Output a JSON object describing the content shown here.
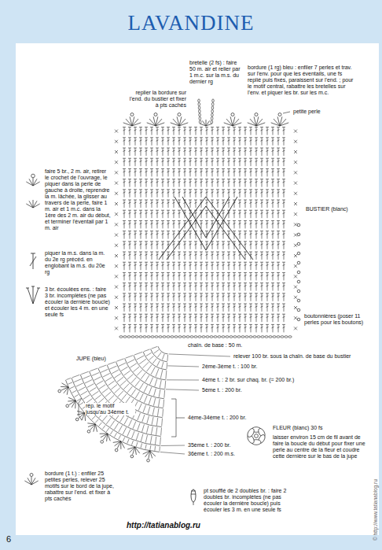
{
  "diagram": {
    "title": "LAVANDINE",
    "labels": [
      "bretelle (2 fs) : faire 50 m. air et relier par 1 m.c. sur la m.s. du dernier rg",
      "bordure (1 rg) bleu : enfiler 7 perles et trav. sur l'env. pour que les éventails, une fs replié puis fixés, paraissent sur l'end. ; pour le motif central, rabattre les bretelles sur l'env. et piquer les br. sur les m.c.",
      "replier la bordure sur l'end. du bustier et fixer à pts cachés",
      "petite perle",
      "faire 5 br., 2 m. air, retirer le crochet de l'ouvrage, le piquer dans la perle de gauche à droite, reprendre la m. lâchée, la glisser au travers de la perle, faire 1 m. air et 1 m.c. dans la 1ère des 2 m. air du début, et terminer l'éventail par 1 m. air",
      "BUSTIER (blanc)",
      "piquer la m.s. dans la m. du 2e rg précéd. en englobant la m.s. du 20e rg",
      "3 br. écoulées ens. : faire 3 br. incomplètes (ne pas écouler la dernière boucle) et écouler les 4 m. en une seule fs",
      "boutonnières (poser 11 perles pour les boutons)",
      "chaîn. de base : 50 m.",
      "JUPE (bleu)",
      "relever 100 br. sous la chaîn. de base du bustier",
      "2ème-3ème t. : 100 br.",
      "4ème t. : 2 br. sur chaq. br. (= 200 br.)",
      "5ème t. : 200 br.",
      "rép. le motif jusqu'au 34ème t.",
      "4ème-34ème t. : 200 br.",
      "FLEUR (blanc) 30 fs",
      "laisser environ 15 cm de fil avant de faire la boucle du début pour fixer une perle au centre de la fleur et coudre cette dernière sur le bas de la jupe",
      "35ème t. : 200 br.",
      "36ème t. : 200 m.s.",
      "bordure (1 t.) : enfiler 25 petites perles, relever 25 motifs sur le bord de la jupe, rabattre sur l'end. et fixer à pts cachés",
      "pt soufflé de 2 doubles br. : faire 2 doubles br. incomplètes (ne pas écouler la dernière boucle) puis écouler les 3 m. en une seule fs",
      "http://tatianablog.ru",
      "6",
      "© http://www.tatianablog.ru"
    ]
  }
}
